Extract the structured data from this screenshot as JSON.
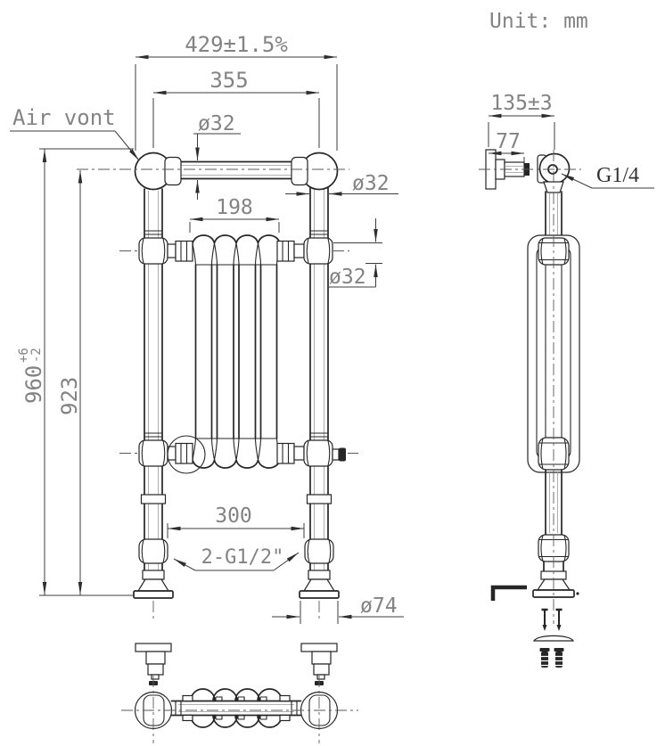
{
  "unit_note": "Unit: mm",
  "front_view": {
    "air_vent": "Air vont",
    "overall_width": "429±1.5%",
    "centers_width": "355",
    "bar_dia": "ø32",
    "tube_dia": "ø32",
    "conn_dia": "ø32",
    "radiator_width": "198",
    "overall_height": "960",
    "overall_height_tol_plus": "+6",
    "overall_height_tol_minus": "-2",
    "centers_height": "923",
    "inlet_spacing": "300",
    "inlet_thread": "2-G1/2\"",
    "foot_dia": "ø74"
  },
  "side_view": {
    "depth": "135±3",
    "bracket_length": "77",
    "air_vent_thread": "G1/4"
  }
}
